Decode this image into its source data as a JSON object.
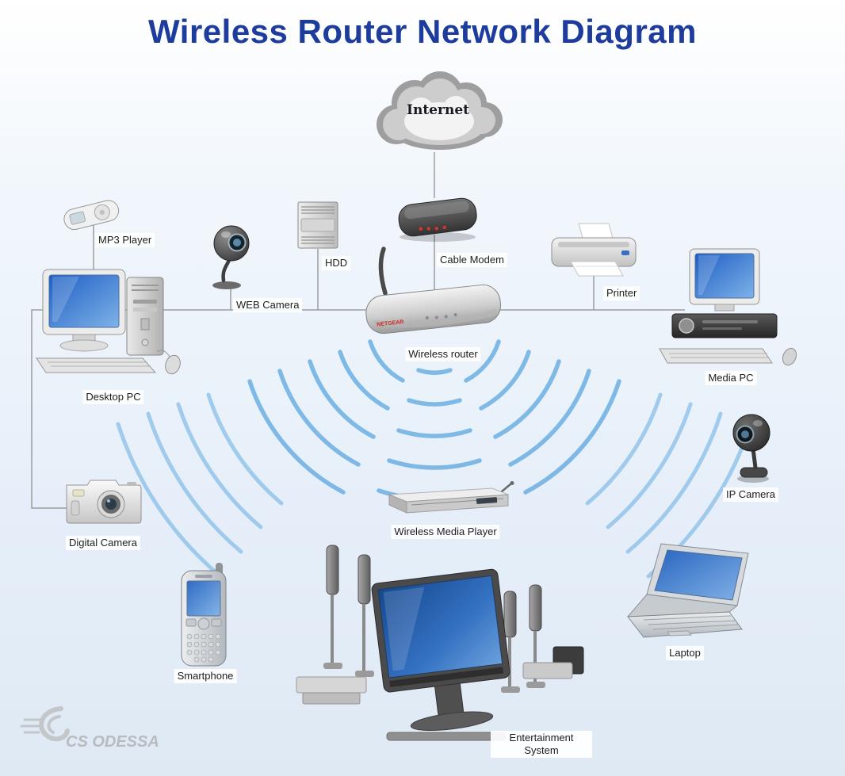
{
  "title": "Wireless Router Network Diagram",
  "nodes": {
    "internet": {
      "label": "Internet"
    },
    "cable_modem": {
      "label": "Cable Modem"
    },
    "wireless_router": {
      "label": "Wireless router",
      "brand": "NETGEAR"
    },
    "mp3_player": {
      "label": "MP3 Player"
    },
    "hdd": {
      "label": "HDD"
    },
    "web_camera": {
      "label": "WEB Camera"
    },
    "desktop_pc": {
      "label": "Desktop PC"
    },
    "printer": {
      "label": "Printer"
    },
    "media_pc": {
      "label": "Media PC"
    },
    "ip_camera": {
      "label": "IP Camera"
    },
    "digital_camera": {
      "label": "Digital Camera"
    },
    "wireless_media_player": {
      "label": "Wireless Media Player"
    },
    "smartphone": {
      "label": "Smartphone"
    },
    "entertainment_system": {
      "label": "Entertainment System"
    },
    "laptop": {
      "label": "Laptop"
    }
  },
  "logo": {
    "text": "CS ODESSA"
  },
  "colors": {
    "title": "#1d3c9c",
    "wifi_arc": "#74b3e3",
    "wire": "#8f8f8f",
    "screen_blue": "#1d5ec4",
    "background_tint": "#e6eff9"
  }
}
